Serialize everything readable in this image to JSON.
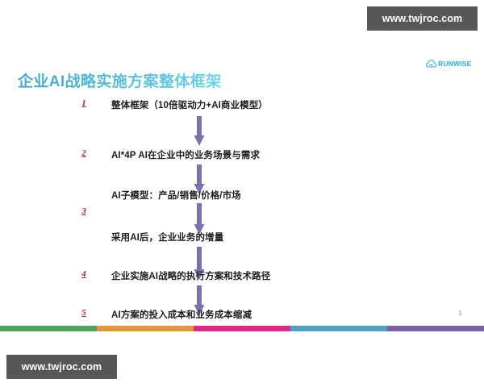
{
  "watermarks": {
    "top_right": "www.twjroc.com",
    "bottom_left": "www.twjroc.com"
  },
  "brand": {
    "name": "RUNWISE",
    "logo_icon": "cloud-arrow-icon",
    "color": "#29a8dd"
  },
  "title": {
    "text": "企业AI战略实施方案整体框架",
    "gradient_from": "#3fa8c8",
    "gradient_to": "#6fd2e8"
  },
  "flow": {
    "arrow_color": "#7b71ad",
    "number_color": "#a02040",
    "steps": [
      {
        "number": "1",
        "label": "整体框架（10倍驱动力+AI商业模型）"
      },
      {
        "number": "2",
        "label": "AI*4P AI在企业中的业务场景与需求"
      },
      {
        "number": "",
        "label": "AI子模型：产品/销售/价格/市场"
      },
      {
        "number": "3",
        "label": "采用AI后，企业业务的增量"
      },
      {
        "number": "4",
        "label": "企业实施AI战略的执行方案和技术路径"
      },
      {
        "number": "5",
        "label": "AI方案的投入成本和业务成本缩减"
      }
    ]
  },
  "page_number": "1",
  "color_band": {
    "segments": [
      {
        "name": "green",
        "color": "#4aa65a",
        "width": 120
      },
      {
        "name": "orange",
        "color": "#e3953f",
        "width": 120
      },
      {
        "name": "pink",
        "color": "#d42e8c",
        "width": 120
      },
      {
        "name": "blue",
        "color": "#4d9fc4",
        "width": 120
      },
      {
        "name": "purple",
        "color": "#7b5fa8",
        "width": 120
      }
    ]
  }
}
